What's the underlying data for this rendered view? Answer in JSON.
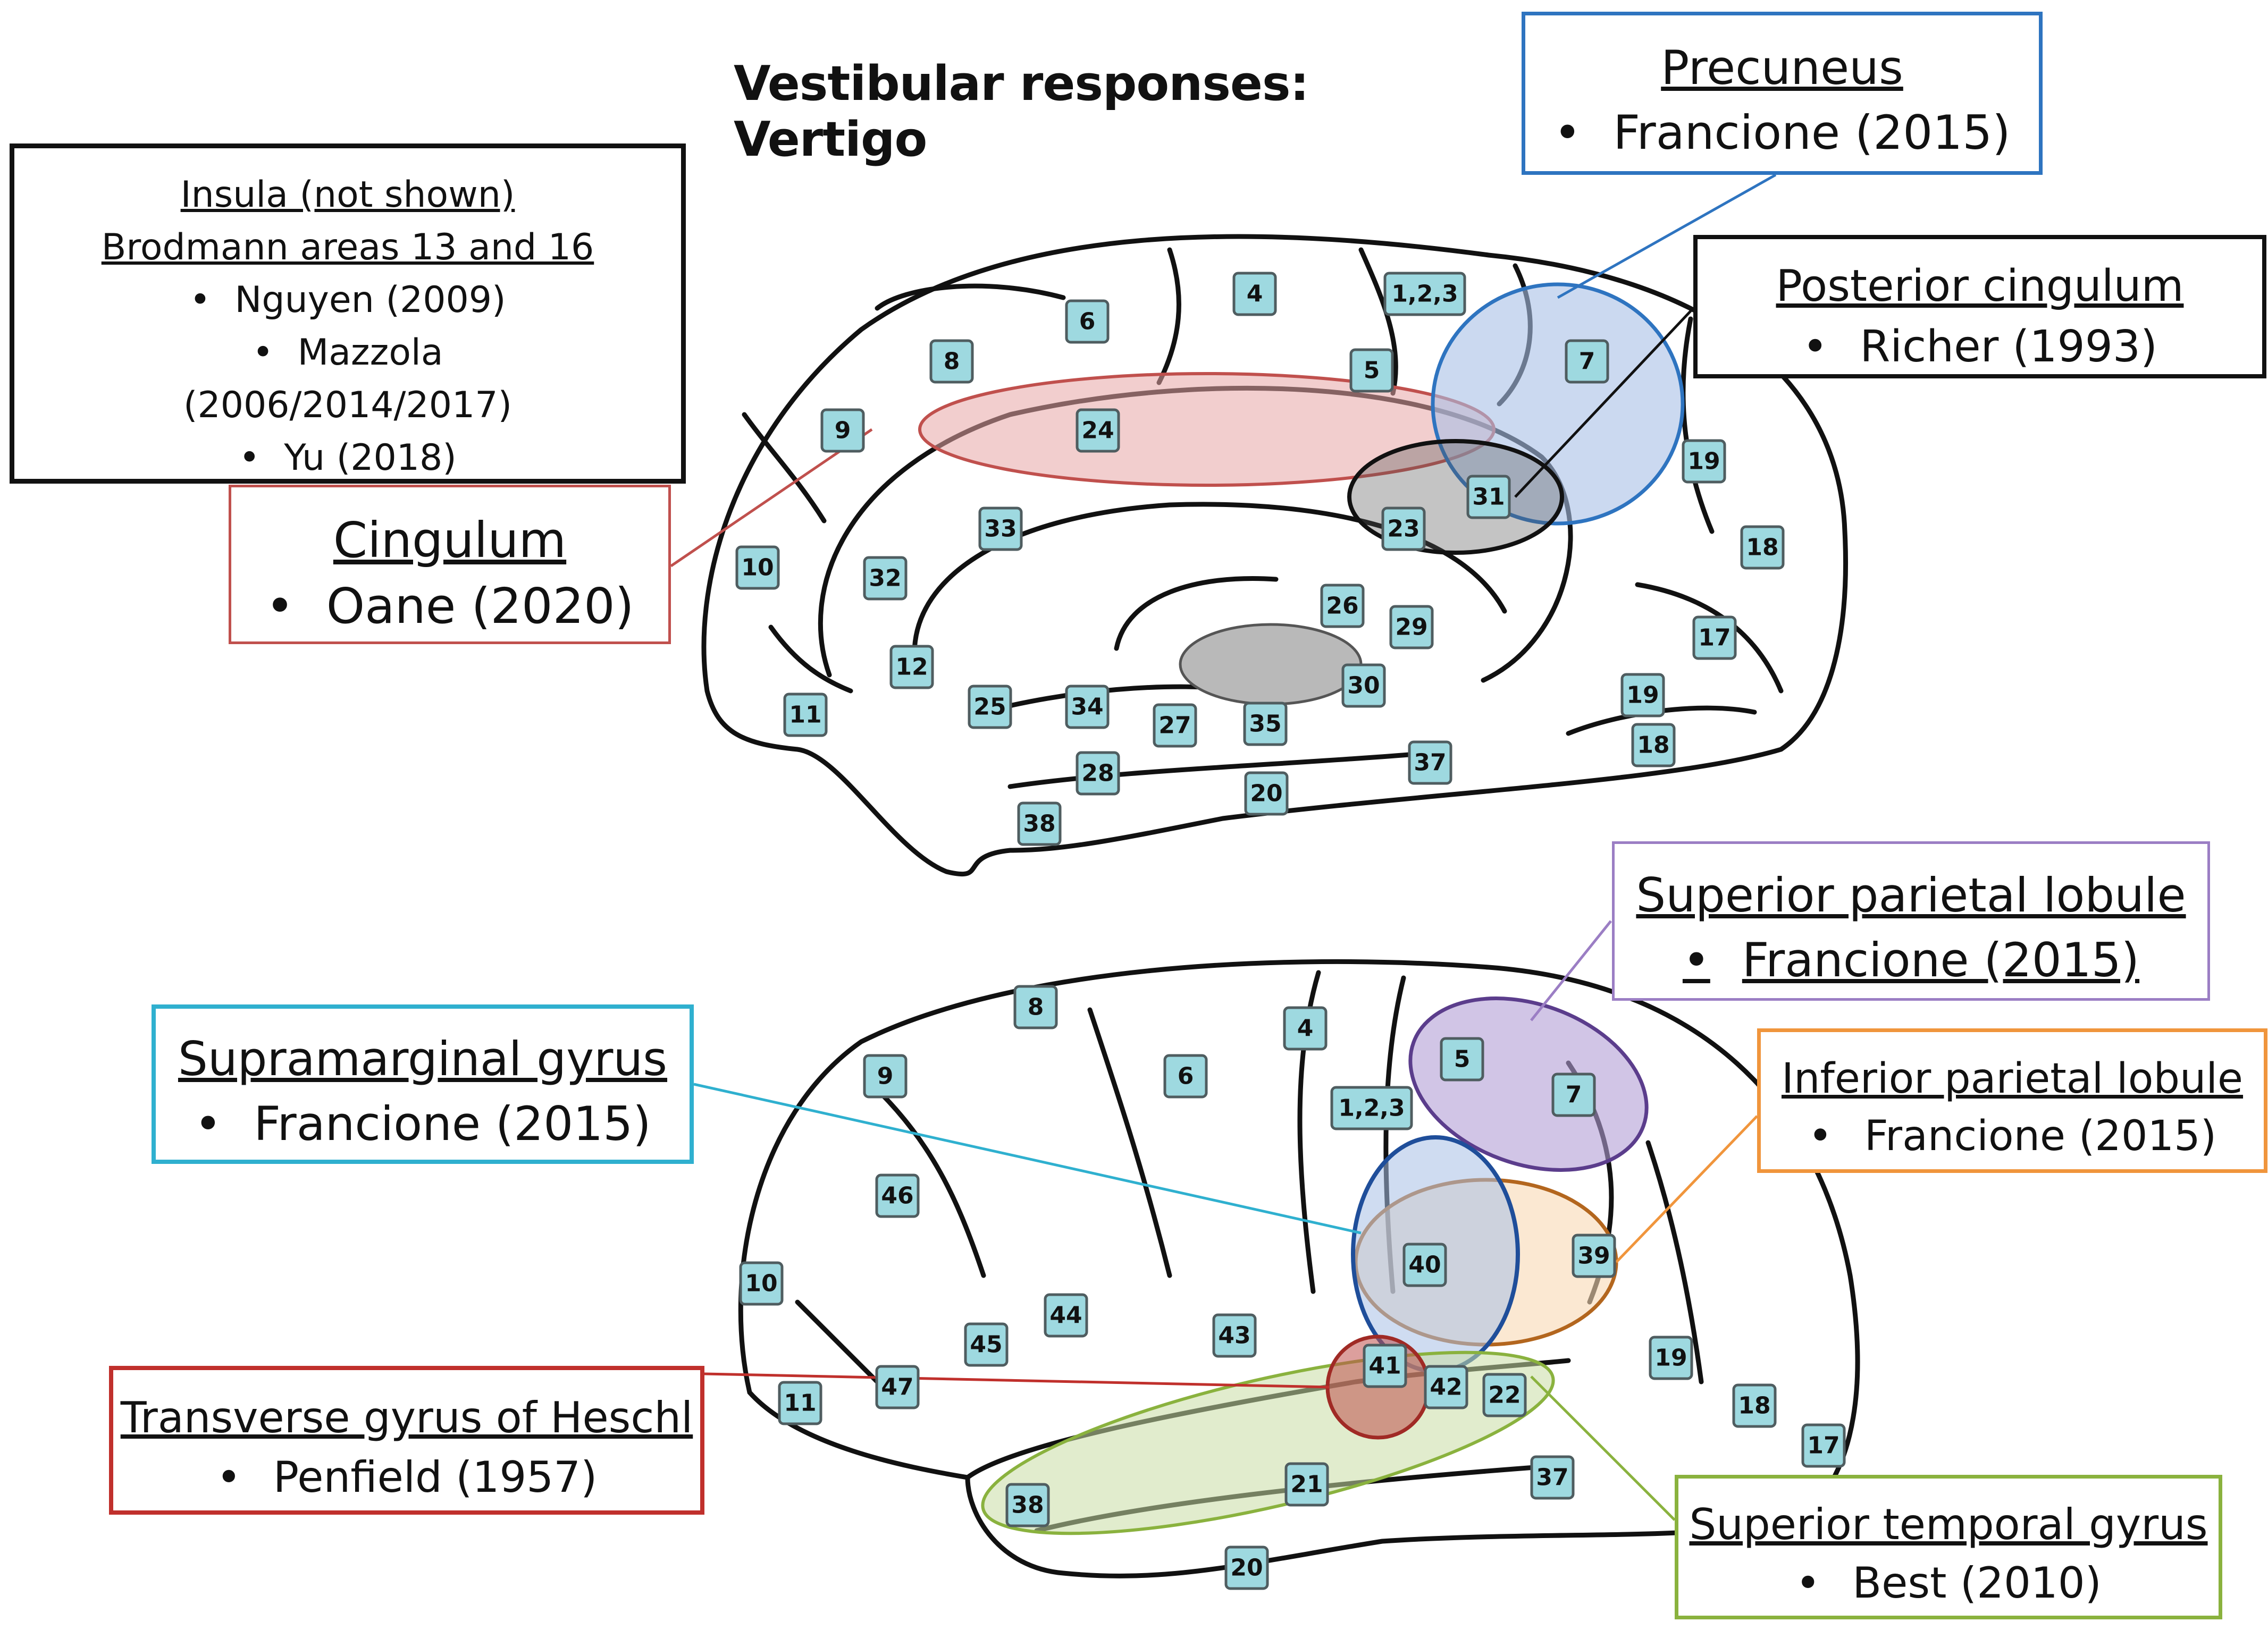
{
  "title": "Vestibular responses: Vertigo",
  "boxes": {
    "insula": {
      "head1": "Insula (not shown)",
      "head2": "Brodmann areas 13 and 16",
      "cite1": "Nguyen (2009)",
      "cite2a": "Mazzola",
      "cite2b": "(2006/2014/2017)",
      "cite3": "Yu (2018)",
      "border_color": "#111111"
    },
    "cingulum": {
      "head": "Cingulum",
      "cite": "Oane (2020)",
      "border_color": "#c0504d"
    },
    "precuneus": {
      "head": "Precuneus",
      "cite": "Francione (2015)",
      "border_color": "#2e74c0"
    },
    "posterior_cingulum": {
      "head": "Posterior cingulum",
      "cite": "Richer (1993)",
      "border_color": "#111111"
    },
    "superior_parietal_lobule": {
      "head": "Superior parietal lobule",
      "cite": "Francione (2015)",
      "border_color": "#9b7ec4"
    },
    "inferior_parietal_lobule": {
      "head": "Inferior parietal lobule",
      "cite": "Francione (2015)",
      "border_color": "#f0953c"
    },
    "supramarginal_gyrus": {
      "head": "Supramarginal gyrus",
      "cite": "Francione (2015)",
      "border_color": "#2fb0cf"
    },
    "transverse_gyrus_heschl": {
      "head": "Transverse gyrus of Heschl",
      "cite": "Penfield (1957)",
      "border_color": "#c0302c"
    },
    "superior_temporal_gyrus": {
      "head": "Superior temporal gyrus",
      "cite": "Best (2010)",
      "border_color": "#8ab23e"
    }
  },
  "medial_areas": [
    "4",
    "1,2,3",
    "6",
    "8",
    "5",
    "7",
    "9",
    "24",
    "19",
    "31",
    "23",
    "18",
    "33",
    "10",
    "32",
    "26",
    "29",
    "17",
    "12",
    "30",
    "11",
    "25",
    "34",
    "27",
    "35",
    "37",
    "19",
    "18",
    "28",
    "20",
    "38"
  ],
  "lateral_areas": [
    "8",
    "4",
    "5",
    "7",
    "9",
    "6",
    "1,2,3",
    "46",
    "40",
    "39",
    "10",
    "44",
    "45",
    "43",
    "41",
    "42",
    "22",
    "19",
    "11",
    "47",
    "18",
    "17",
    "21",
    "37",
    "38",
    "20"
  ]
}
